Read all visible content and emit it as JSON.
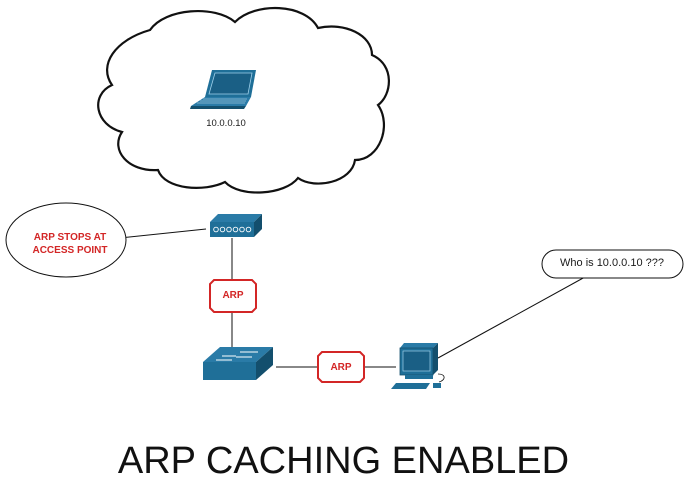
{
  "diagram": {
    "title": "ARP CACHING ENABLED",
    "colors": {
      "device": "#1f6f98",
      "device_dark": "#134f6d",
      "alert": "#d32626",
      "line": "#111111"
    },
    "cloud": {
      "label": "cloud-network",
      "host": {
        "icon": "laptop-icon",
        "ip": "10.0.0.10"
      }
    },
    "access_point": {
      "icon": "access-point-icon",
      "callout": "ARP STOPS AT ACCESS POINT",
      "callout_lines": [
        "ARP STOPS AT",
        "ACCESS POINT"
      ]
    },
    "switch": {
      "icon": "switch-icon"
    },
    "workstation": {
      "icon": "desktop-computer-icon",
      "speech": "Who is 10.0.0.10 ???"
    },
    "packets": [
      {
        "label": "ARP",
        "link": "access-point-to-switch"
      },
      {
        "label": "ARP",
        "link": "switch-to-workstation"
      }
    ]
  }
}
